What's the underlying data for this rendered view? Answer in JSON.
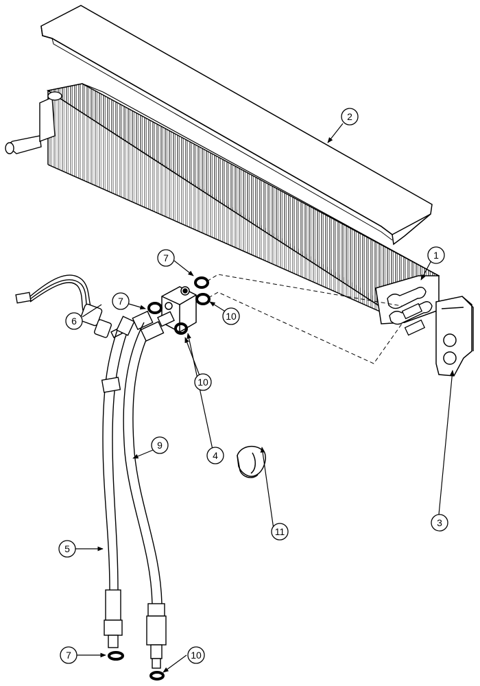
{
  "diagram": {
    "callouts": [
      {
        "id": "c1",
        "number": "1"
      },
      {
        "id": "c2",
        "number": "2"
      },
      {
        "id": "c3",
        "number": "3"
      },
      {
        "id": "c4",
        "number": "4"
      },
      {
        "id": "c5",
        "number": "5"
      },
      {
        "id": "c6",
        "number": "6"
      },
      {
        "id": "c7a",
        "number": "7"
      },
      {
        "id": "c7b",
        "number": "7"
      },
      {
        "id": "c7c",
        "number": "7"
      },
      {
        "id": "c9",
        "number": "9"
      },
      {
        "id": "c10a",
        "number": "10"
      },
      {
        "id": "c10b",
        "number": "10"
      },
      {
        "id": "c10c",
        "number": "10"
      },
      {
        "id": "c11",
        "number": "11"
      }
    ]
  }
}
